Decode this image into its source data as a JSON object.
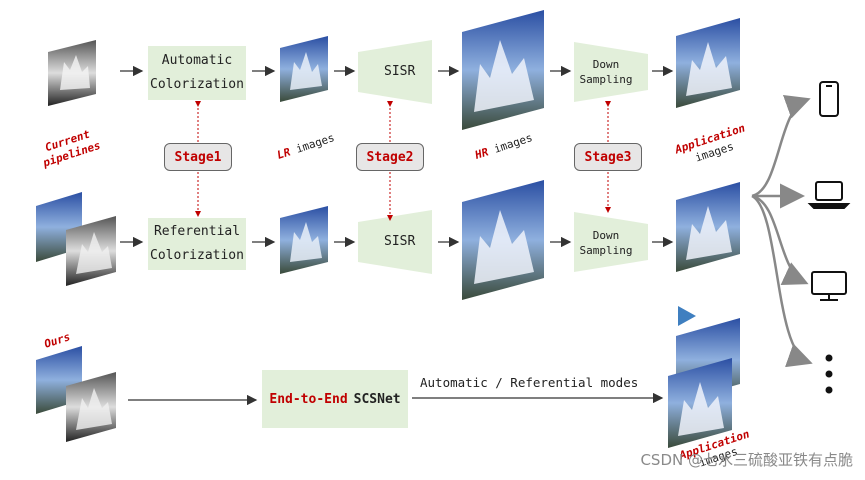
{
  "boxes": {
    "auto_colorization": {
      "line1": "Automatic",
      "line2": "Colorization"
    },
    "ref_colorization": {
      "line1": "Referential",
      "line2": "Colorization"
    },
    "sisr_top": "SISR",
    "sisr_bottom": "SISR",
    "down_top": {
      "line1": "Down",
      "line2": "Sampling"
    },
    "down_bottom": {
      "line1": "Down",
      "line2": "Sampling"
    }
  },
  "stages": {
    "stage1": "Stage1",
    "stage2": "Stage2",
    "stage3": "Stage3"
  },
  "labels": {
    "current_pipelines_1": "Current",
    "current_pipelines_2": "pipelines",
    "lr_images_prefix": "LR",
    "lr_images_suffix": " images",
    "hr_images_prefix": "HR",
    "hr_images_suffix": " images",
    "application_1": "Application",
    "application_2": "images",
    "ours": "Ours",
    "modes": "Automatic / Referential modes",
    "application_bottom_1": "Application",
    "application_bottom_2": "images"
  },
  "scsnet": {
    "prefix": "End-to-End",
    "name": "SCSNet"
  },
  "devices": [
    "phone-icon",
    "laptop-icon",
    "monitor-icon",
    "more-dots-icon"
  ],
  "watermark": "CSDN @七水三硫酸亚铁有点脆",
  "colors": {
    "box_fill": "#e2efda",
    "accent_red": "#c00000",
    "arrow": "#333333",
    "device_arrow": "#888888"
  }
}
